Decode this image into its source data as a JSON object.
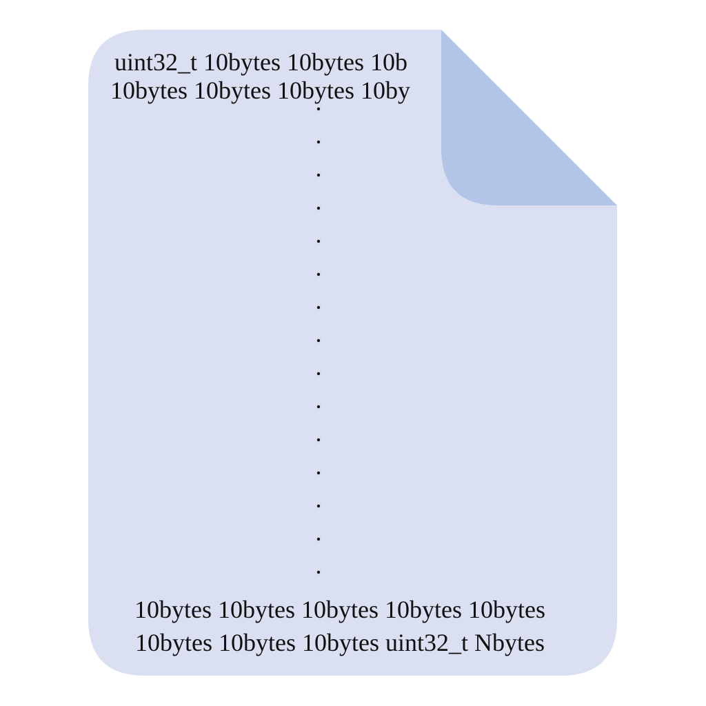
{
  "colors": {
    "page_fill": "#dae0f1",
    "fold_fill": "#b3c5e7",
    "text": "#111111"
  },
  "document": {
    "top_lines": [
      "uint32_t 10bytes 10bytes 10b",
      "10bytes 10bytes 10bytes 10by"
    ],
    "ellipsis_dot": ".",
    "ellipsis_count": 15,
    "bottom_lines": [
      "10bytes 10bytes 10bytes 10bytes 10bytes",
      "10bytes 10bytes 10bytes uint32_t Nbytes"
    ]
  }
}
